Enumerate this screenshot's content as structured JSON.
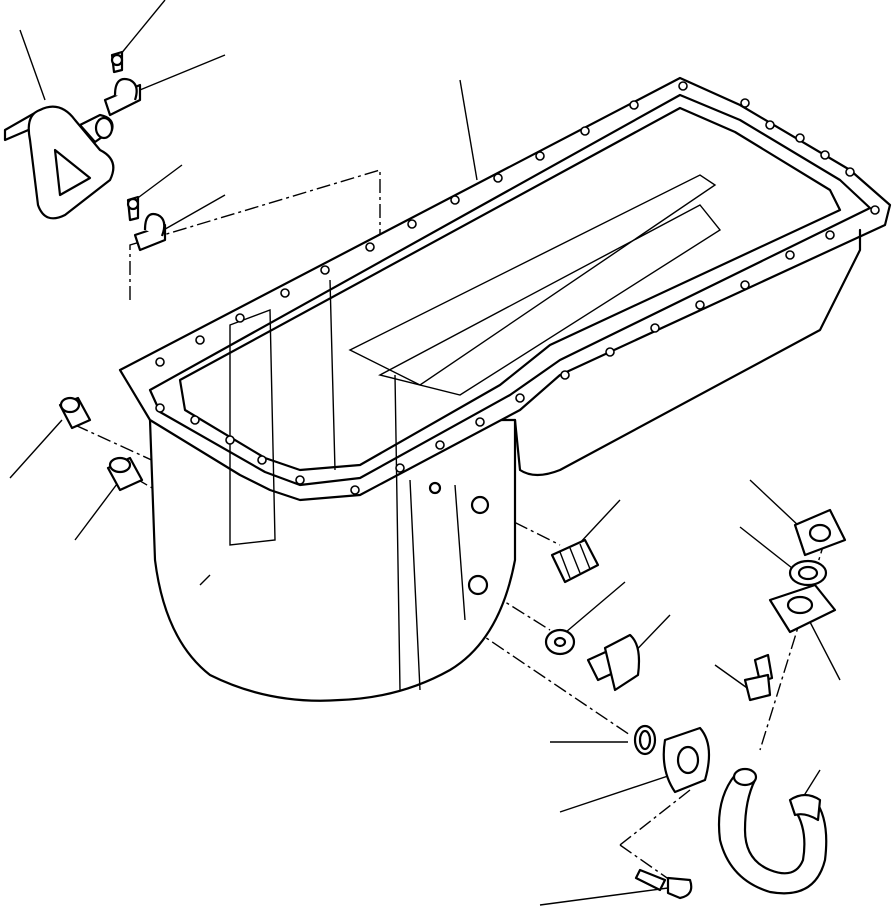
{
  "diagram": {
    "type": "exploded-parts-drawing",
    "ink_color": "#000000",
    "background_color": "#ffffff",
    "parts": [
      "oil-pan",
      "breather-tube",
      "clamp",
      "bolt",
      "plug",
      "gasket",
      "drain-plug",
      "washer",
      "flange",
      "o-ring",
      "suction-tube",
      "elbow"
    ]
  }
}
